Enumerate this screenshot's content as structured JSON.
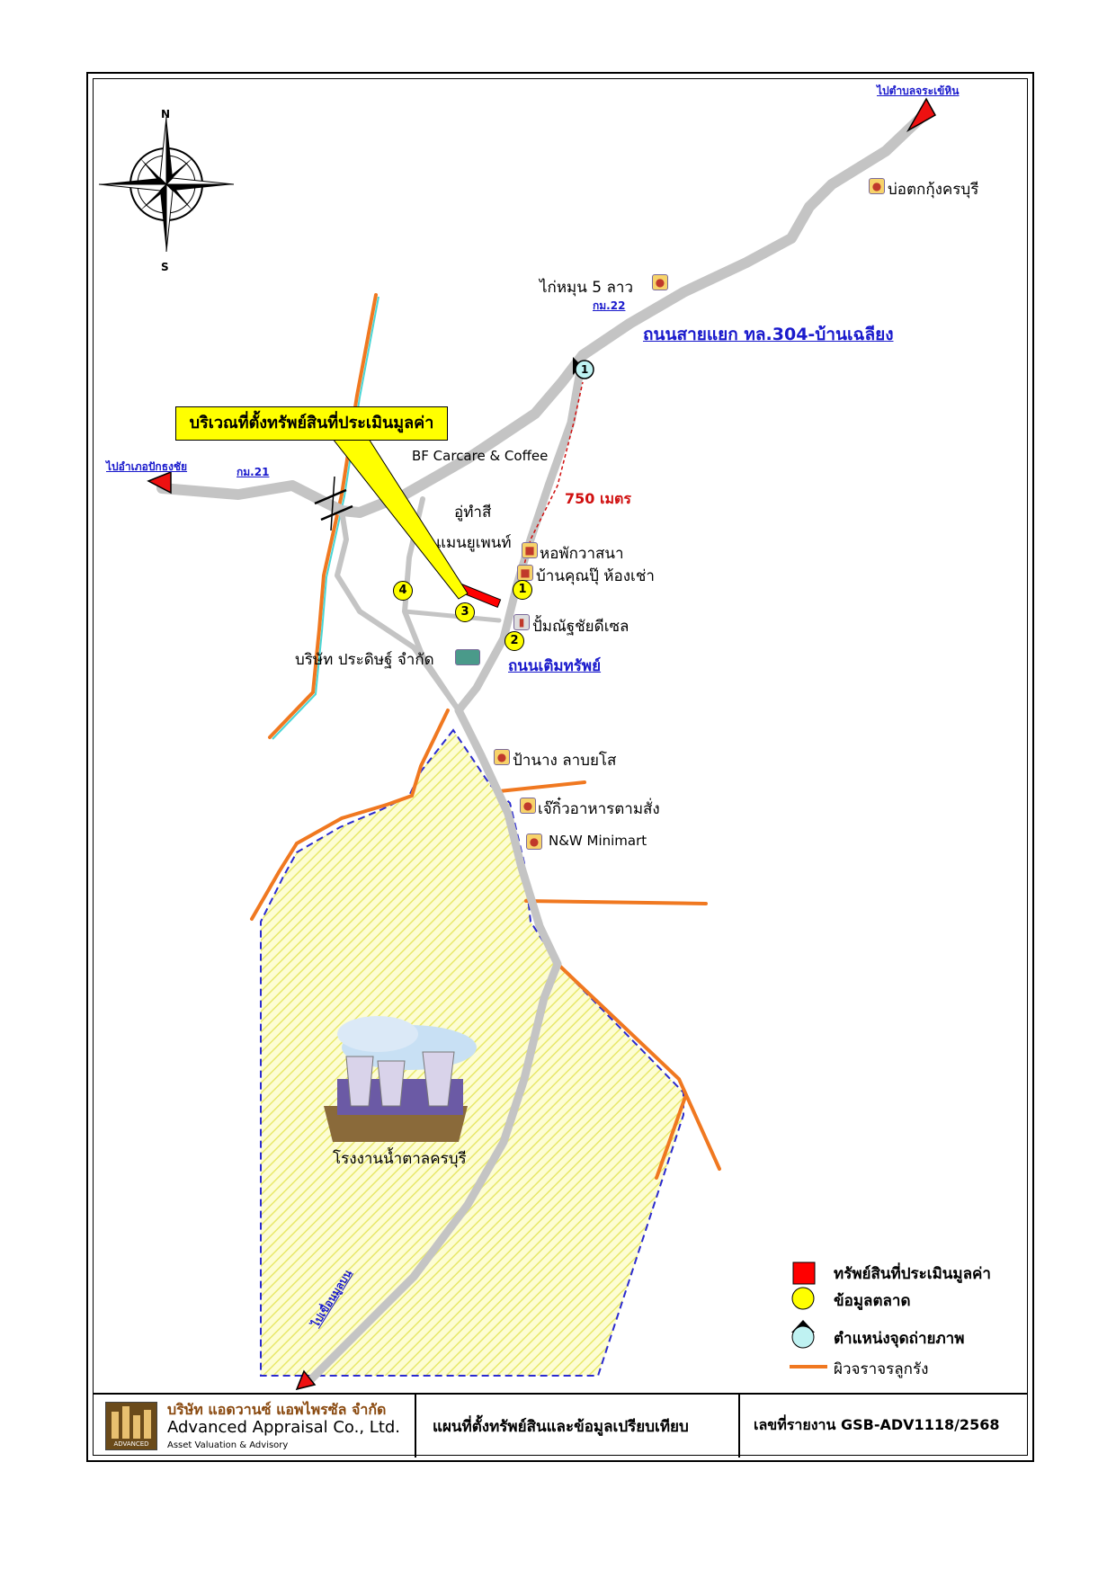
{
  "map": {
    "callout_label": "บริเวณที่ตั้งทรัพย์สินที่ประเมินมูลค่า",
    "compass": {
      "north": "N",
      "south": "S"
    },
    "roads": {
      "main_road_name": "ถนนสายแยก ทล.304-บ้านเฉลียง",
      "local_road_name": "ถนนเติมทรัพย์"
    },
    "directions": {
      "northeast": "ไปตำบลจระเข้หิน",
      "west": "ไปอำเภอปักธงชัย",
      "south": "ไปเขื่อนมูลบน"
    },
    "km_markers": {
      "km21": "กม.21",
      "km22": "กม.22"
    },
    "distance_label": "750 เมตร",
    "places": {
      "bo_tok_kung": "บ่อตกกุ้งครบุรี",
      "kai_mun": "ไก่หมุน 5 ลาว",
      "bf_carcare": "BF Carcare & Coffee",
      "u_tham_si_1": "อู่ทำสี",
      "u_tham_si_2": "แมนยูเพนท์",
      "hor_phak": "หอพักวาสนา",
      "ban_khun_pu": "บ้านคุณปุ๊ ห้องเช่า",
      "pump": "ปั้มณัฐชัยดีเซล",
      "company": "บริษัท ประดิษฐ์ จำกัด",
      "ban_nang": "ป้านาง ลาบยโส",
      "je_kio": "เจ๊กิ๋วอาหารตามสั่ง",
      "nw_minimart": "N&W Minimart",
      "sugar_factory": "โรงงานน้ำตาลครบุรี"
    },
    "markers": [
      "1",
      "2",
      "3",
      "4"
    ],
    "photo_marker": "1"
  },
  "legend": {
    "property": "ทรัพย์สินที่ประเมินมูลค่า",
    "market_data": "ข้อมูลตลาด",
    "photo_point": "ตำแหน่งจุดถ่ายภาพ",
    "laterite_road": "ผิวจราจรลูกรัง"
  },
  "footer": {
    "company_th": "บริษัท แอดวานซ์ แอพไพรซัล จำกัด",
    "company_en": "Advanced Appraisal Co., Ltd.",
    "tagline": "Asset Valuation & Advisory",
    "logo_text": "ADVANCED",
    "map_title": "แผนที่ตั้งทรัพย์สินและข้อมูลเปรียบเทียบ",
    "report_no": "เลขที่รายงาน GSB-ADV1118/2568"
  },
  "colors": {
    "road": "#c4c4c4",
    "laterite": "#f07820",
    "property": "#ff0000",
    "marker": "#ffff00",
    "zone_fill": "#fbfbb8",
    "zone_border": "#2a2ad0",
    "link_blue": "#1a1acc",
    "distance_red": "#d01010"
  }
}
